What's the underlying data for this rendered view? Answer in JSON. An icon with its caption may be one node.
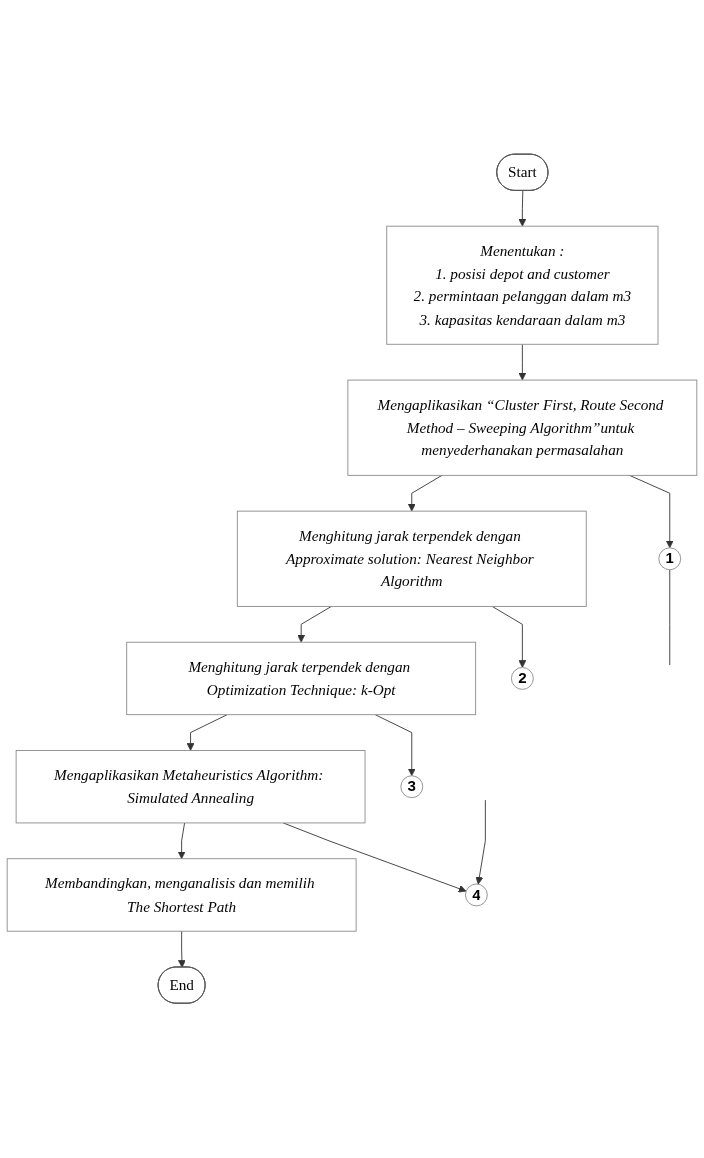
{
  "diagram": {
    "nodes": [
      {
        "text": [
          "Start"
        ]
      },
      {
        "text": [
          "Menentukan :",
          "1. posisi depot and customer",
          "2. permintaan pelanggan dalam m3",
          "3. kapasitas kendaraan dalam m3"
        ]
      },
      {
        "text": [
          "Mengaplikasikan “Cluster First, Route Second Method – Sweeping Algorithm”untuk menyederhanakan permasalahan"
        ]
      },
      {
        "text": [
          "Menghitung jarak terpendek dengan Approximate solution: Nearest Neighbor Algorithm"
        ]
      },
      {
        "text": [
          "Menghitung jarak terpendek dengan Optimization Technique: k-Opt"
        ]
      },
      {
        "text": [
          "Mengaplikasikan Metaheuristics Algorithm: Simulated Annealing"
        ]
      },
      {
        "text": [
          "Membandingkan, menganalisis dan memilih The Shortest Path"
        ]
      },
      {
        "text": [
          "End"
        ]
      },
      {
        "text": [
          "1"
        ]
      },
      {
        "text": [
          "2"
        ]
      },
      {
        "text": [
          "3"
        ]
      },
      {
        "text": [
          "4"
        ]
      }
    ],
    "edges": [
      {
        "from": 0,
        "to": 1,
        "arrow": "to"
      },
      {
        "from": 1,
        "to": 2,
        "arrow": "to"
      },
      {
        "from": 2,
        "to": 8,
        "arrow": "to"
      },
      {
        "from": 8,
        "to": null,
        "arrow": "none"
      },
      {
        "from": 2,
        "to": 3,
        "arrow": "to"
      },
      {
        "from": 3,
        "to": 9,
        "arrow": "to"
      },
      {
        "from": 3,
        "to": 4,
        "arrow": "to"
      },
      {
        "from": 4,
        "to": 10,
        "arrow": "to"
      },
      {
        "from": 4,
        "to": 5,
        "arrow": "to"
      },
      {
        "from": 5,
        "to": 11,
        "arrow": "to"
      },
      {
        "from": null,
        "to": 11,
        "arrow": "to"
      },
      {
        "from": 5,
        "to": 6,
        "arrow": "to"
      },
      {
        "from": 6,
        "to": 7,
        "arrow": "to"
      }
    ]
  }
}
